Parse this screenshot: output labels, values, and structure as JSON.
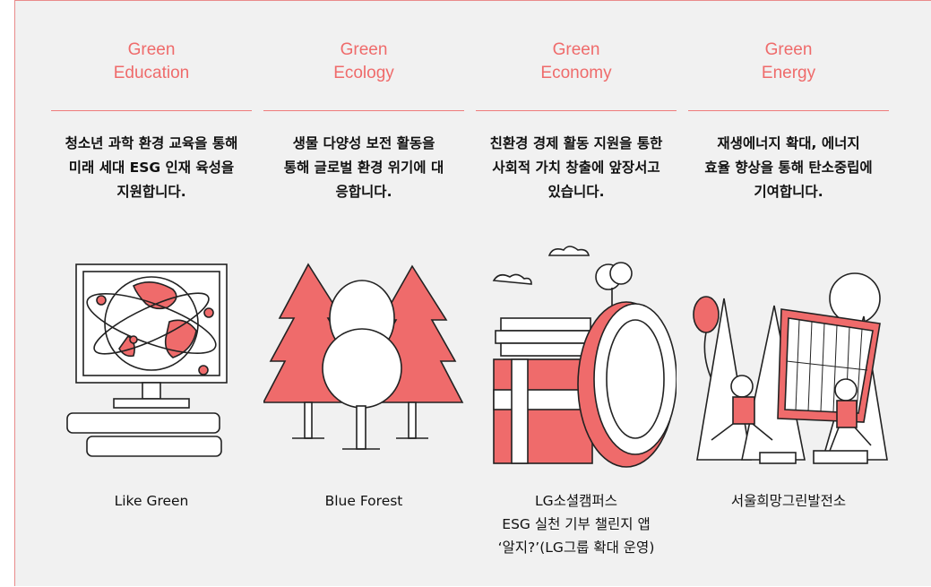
{
  "columns": [
    {
      "heading_line1": "Green",
      "heading_line2": "Education",
      "desc_line1": "청소년 과학 환경 교육을 통해",
      "desc_line2": "미래 세대 ESG 인재 육성을",
      "desc_line3": "지원합니다.",
      "caption_line1": "Like Green",
      "caption_line2": "",
      "caption_line3": "",
      "illustration": "computer-globe-icon"
    },
    {
      "heading_line1": "Green",
      "heading_line2": "Ecology",
      "desc_line1": "생물 다양성 보전 활동을",
      "desc_line2": "통해 글로벌 환경 위기에 대",
      "desc_line3": "응합니다.",
      "caption_line1": "Blue Forest",
      "caption_line2": "",
      "caption_line3": "",
      "illustration": "forest-trees-icon"
    },
    {
      "heading_line1": "Green",
      "heading_line2": "Economy",
      "desc_line1": "친환경 경제 활동 지원을 통한",
      "desc_line2": "사회적 가치 창출에 앞장서고",
      "desc_line3": "있습니다.",
      "caption_line1": "LG소셜캠퍼스",
      "caption_line2": "ESG 실천 기부 챌린지 앱",
      "caption_line3": "‘알지?’(LG그룹 확대 운영)",
      "illustration": "coins-gift-icon"
    },
    {
      "heading_line1": "Green",
      "heading_line2": "Energy",
      "desc_line1": "재생에너지 확대, 에너지",
      "desc_line2": "효율 향상을 통해 탄소중립에",
      "desc_line3": "기여합니다.",
      "caption_line1": "서울희망그린발전소",
      "caption_line2": "",
      "caption_line3": "",
      "illustration": "solar-panel-kids-icon"
    }
  ],
  "colors": {
    "accent": "#ef6b6b",
    "background": "#f1f1f1",
    "text": "#111111"
  }
}
